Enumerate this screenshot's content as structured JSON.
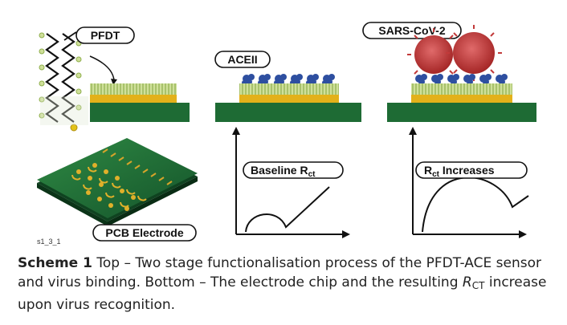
{
  "labels": {
    "pfdt": "PFDT",
    "aceii": "ACEII",
    "sars": "SARS-CoV-2",
    "pcb": "PCB Electrode",
    "baseline_prefix": "Baseline R",
    "baseline_sub": "ct",
    "rct_main": "R",
    "rct_sub": "ct",
    "rct_suffix": " Increases",
    "image_id": "s1_3_1"
  },
  "caption": {
    "heading": "Scheme 1",
    "text_a": "  Top – Two stage functionalisation process of the PFDT-ACE sensor and virus binding. Bottom – The electrode chip and the resulting ",
    "rct_main": "R",
    "rct_sub": "CT",
    "text_b": " increase upon virus recognition."
  },
  "colors": {
    "substrate_green": "#1e6b34",
    "gold_layer": "#e3b11a",
    "pfdt_layer": "#b9d17e",
    "protein_blue": "#2e4fa0",
    "virus_red": "#c23a3a"
  }
}
